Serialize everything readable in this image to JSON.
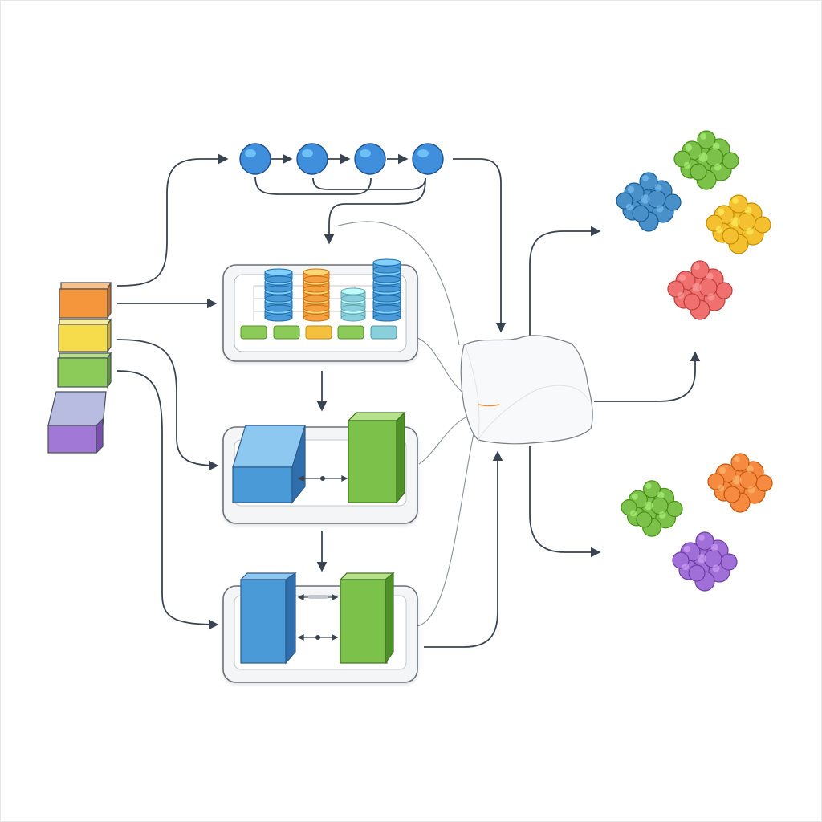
{
  "diagram": {
    "colors": {
      "background": "#ffffff",
      "arrow": "#3a4450",
      "connector_thin": "#8a9098",
      "tray_fill": "#f4f5f7",
      "tray_stroke": "#6b7078",
      "blue": "#4a9ad8",
      "blue_dark": "#2f6fae",
      "blue_light": "#8cc8f0",
      "orange": "#f5a040",
      "orange_dark": "#d07a1c",
      "teal": "#8ad0dc",
      "teal_dark": "#5aa8b8",
      "green": "#7cc24a",
      "green_dark": "#4f9128",
      "green_light": "#b6e08a",
      "yellow": "#f5d84a",
      "purple": "#a070d8",
      "purple_dark": "#7850b0",
      "red": "#f07070",
      "lavender": "#b8b8e0"
    },
    "input_stack": [
      {
        "name": "orange-layer",
        "color": "#f5963c"
      },
      {
        "name": "yellow-layer",
        "color": "#f6dc4a"
      },
      {
        "name": "green-layer",
        "color": "#8ccb5a"
      },
      {
        "name": "purple-layer",
        "color": "#a278d6"
      }
    ],
    "node_chain": {
      "count": 4,
      "color": "#3f8fdc"
    },
    "cylinder_columns": [
      {
        "name": "blue-column",
        "color": "#4a9ad8",
        "stack": 5
      },
      {
        "name": "orange-column",
        "color": "#f5a040",
        "stack": 5
      },
      {
        "name": "teal-column",
        "color": "#8ad0dc",
        "stack": 3
      },
      {
        "name": "blue-column-2",
        "color": "#4a9ad8",
        "stack": 6
      }
    ],
    "block_pairs": [
      {
        "name": "block-pair-1",
        "left": "#4a9ad8",
        "right": "#7cc24a"
      },
      {
        "name": "block-pair-2",
        "left": "#4a9ad8",
        "right": "#7cc24a"
      }
    ],
    "clusters": [
      {
        "name": "cluster-green-top",
        "color": "#7cc24a"
      },
      {
        "name": "cluster-blue",
        "color": "#4a90c8"
      },
      {
        "name": "cluster-yellow",
        "color": "#f5c030"
      },
      {
        "name": "cluster-red",
        "color": "#f07070"
      },
      {
        "name": "cluster-green-bottom",
        "color": "#7cc24a"
      },
      {
        "name": "cluster-orange",
        "color": "#f58a40"
      },
      {
        "name": "cluster-purple",
        "color": "#a070d8"
      }
    ]
  }
}
